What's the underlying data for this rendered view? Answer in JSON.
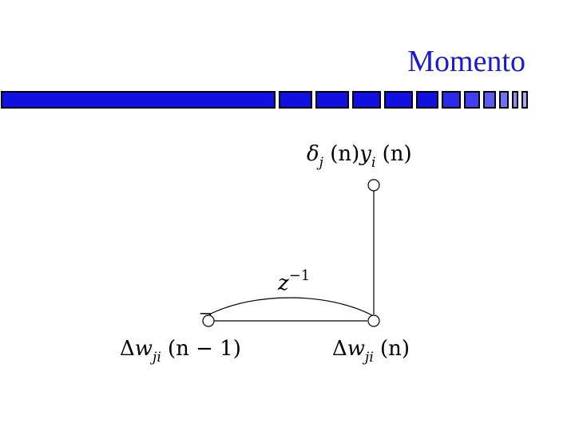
{
  "slide": {
    "title": "Momento"
  },
  "diagram": {
    "node_top_label": {
      "delta": "δ",
      "j": "j",
      "n1": "(n)",
      "y": "y",
      "i": "i",
      "n2": "(n)"
    },
    "delay_label": {
      "z": "z",
      "exp": "−1"
    },
    "node_left_label": {
      "Delta": "Δ",
      "w": "w",
      "sub": "ji",
      "arg": "(n − 1)"
    },
    "node_right_label": {
      "Delta": "Δ",
      "w": "w",
      "sub": "ji",
      "arg": "(n)"
    }
  },
  "colors": {
    "title": "#1c1cc8",
    "bar_fill": "#1010e0",
    "bar_stroke": "#000000",
    "edge": "#000000"
  }
}
